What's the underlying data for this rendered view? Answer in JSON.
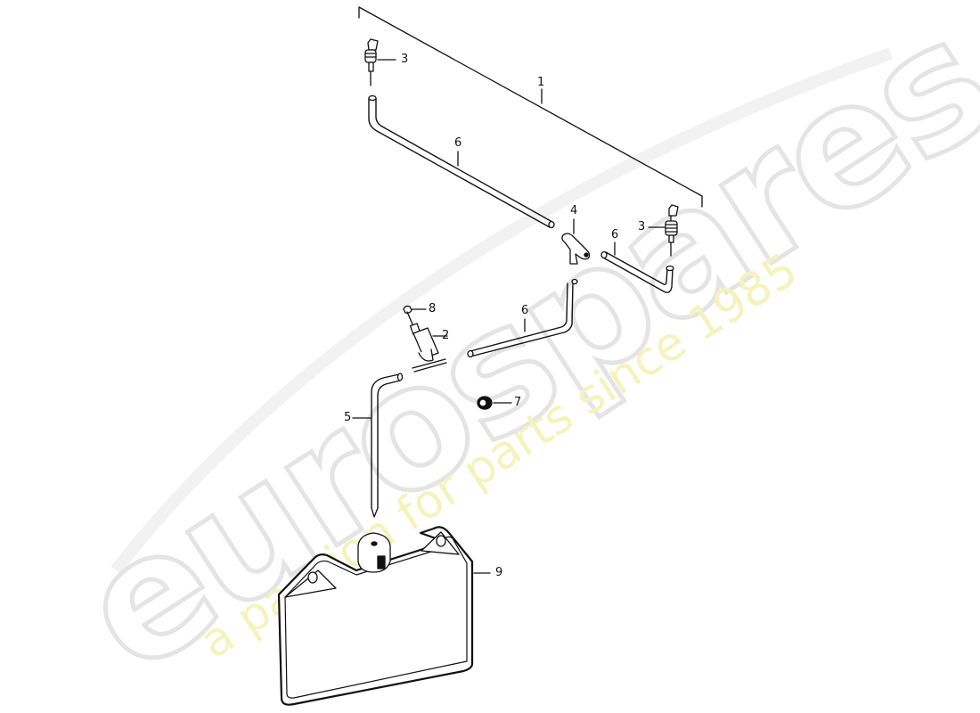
{
  "watermark": {
    "brand": "eurospares",
    "tagline": "a passion for parts since 1985",
    "brand_color": "#e6e6e6",
    "tagline_color": "#f3f1b8"
  },
  "parts": [
    {
      "number": "1",
      "name": "assembly-bracket"
    },
    {
      "number": "2",
      "name": "washer-pump"
    },
    {
      "number": "3",
      "name": "spray-nozzle"
    },
    {
      "number": "4",
      "name": "t-connector"
    },
    {
      "number": "5",
      "name": "hose"
    },
    {
      "number": "6",
      "name": "hose"
    },
    {
      "number": "7",
      "name": "grommet"
    },
    {
      "number": "8",
      "name": "cap"
    },
    {
      "number": "9",
      "name": "washer-reservoir"
    }
  ],
  "callouts": {
    "c1": "1",
    "c2": "2",
    "c3a": "3",
    "c3b": "3",
    "c4": "4",
    "c5": "5",
    "c6a": "6",
    "c6b": "6",
    "c6c": "6",
    "c7": "7",
    "c8": "8",
    "c9": "9"
  }
}
